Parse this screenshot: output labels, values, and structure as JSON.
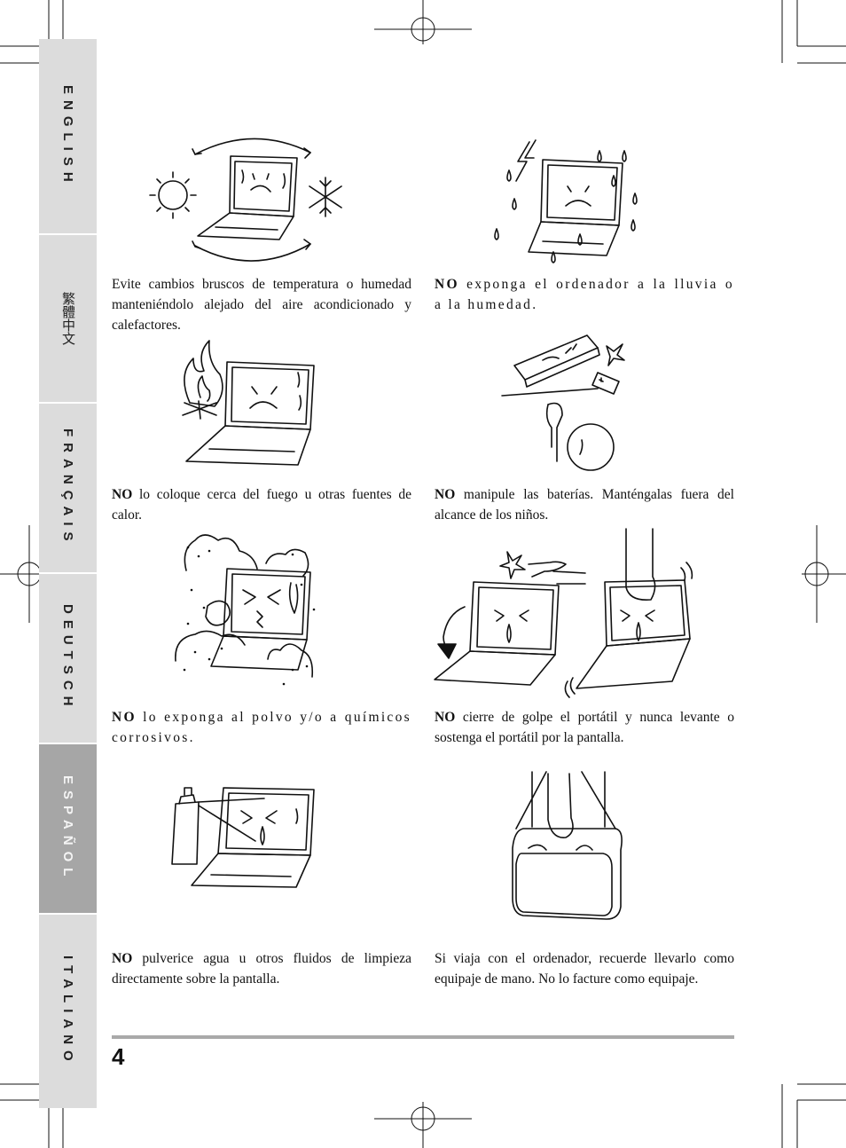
{
  "sidebar": {
    "tabs": [
      {
        "label": "ENGLISH"
      },
      {
        "label": "繁體中文"
      },
      {
        "label": "FRANÇAIS"
      },
      {
        "label": "DEUTSCH"
      },
      {
        "label": "ESPAÑOL"
      },
      {
        "label": "ITALIANO"
      }
    ],
    "active_tab": "ESPAÑOL"
  },
  "items": [
    {
      "bold": "",
      "text": "Evite cambios bruscos de temperatura o humedad manteniéndolo alejado del aire acondicionado y calefactores."
    },
    {
      "bold": "NO",
      "text": " exponga el ordenador a la lluvia o a la humedad."
    },
    {
      "bold": "NO",
      "text": " lo coloque cerca del fuego u otras fuentes de calor."
    },
    {
      "bold": "NO",
      "text": " manipule las baterías. Manténgalas fuera del alcance de los niños."
    },
    {
      "bold": "NO",
      "text": " lo exponga al polvo y/o a químicos corrosivos."
    },
    {
      "bold": "NO",
      "text": " cierre de golpe el portátil y nunca levante o sostenga el portátil por la pantalla."
    },
    {
      "bold": "NO",
      "text": " pulverice agua u otros fluidos de limpieza directamente sobre la pantalla."
    },
    {
      "bold": "",
      "text": "Si viaja con el ordenador, recuerde llevarlo como equipaje de mano. No lo facture como equipaje."
    }
  ],
  "footer": {
    "page_number": "4"
  }
}
